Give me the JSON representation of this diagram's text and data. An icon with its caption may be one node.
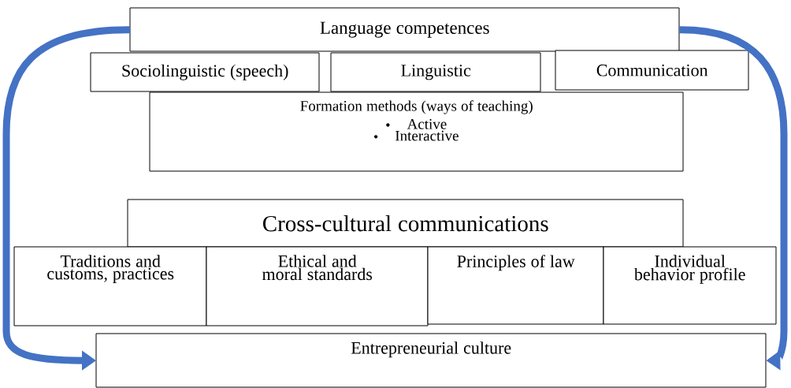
{
  "diagram": {
    "nodes": [
      {
        "text": [
          "Language competences"
        ]
      },
      {
        "text": [
          "Sociolinguistic (speech)"
        ]
      },
      {
        "text": [
          "Linguistic"
        ]
      },
      {
        "text": [
          "Communication"
        ]
      },
      {
        "text": [
          "Formation methods (ways of teaching)",
          "Active",
          "Interactive"
        ]
      },
      {
        "text": [
          "Cross-cultural communications"
        ]
      },
      {
        "text": [
          "Traditions and customs, practices"
        ]
      },
      {
        "text": [
          "Ethical and moral standards"
        ]
      },
      {
        "text": [
          "Principles of law"
        ]
      },
      {
        "text": [
          "Individual behavior profile"
        ]
      },
      {
        "text": [
          "Entrepreneurial culture"
        ]
      }
    ],
    "edges": [
      {
        "from": 0,
        "to": 10,
        "arrow": "to"
      },
      {
        "from": 0,
        "to": 10,
        "arrow": "to"
      }
    ]
  }
}
